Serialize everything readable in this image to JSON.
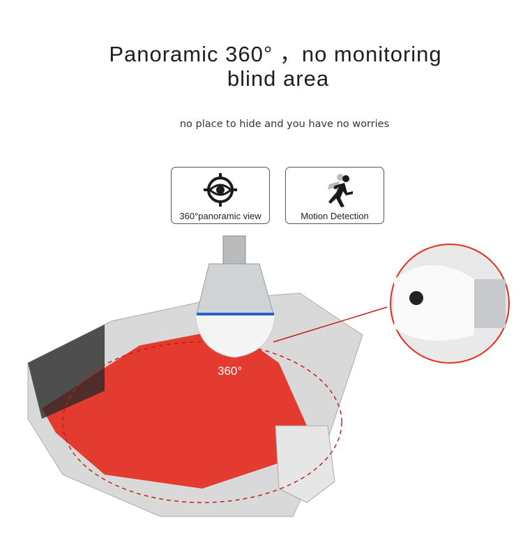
{
  "heading": {
    "line1": "Panoramic 360°  ，no monitoring",
    "line2": "blind area"
  },
  "subtitle": "no place to hide and you have no worries",
  "features": [
    {
      "icon": "eye-target-icon",
      "label": "360°panoramic view"
    },
    {
      "icon": "running-man-icon",
      "label": "Motion Detection"
    }
  ],
  "illustration": {
    "coverage_label": "360°",
    "accent": "#e8281e"
  }
}
